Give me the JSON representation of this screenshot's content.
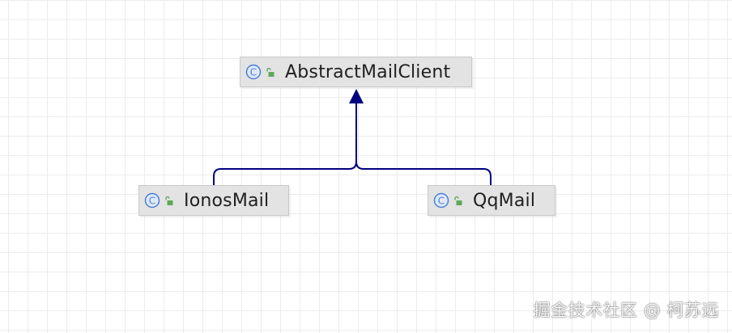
{
  "diagram": {
    "nodes": [
      {
        "id": "abstract",
        "name": "AbstractMailClient",
        "icon": "class-icon",
        "visibility": "public"
      },
      {
        "id": "ionos",
        "name": "IonosMail",
        "icon": "class-icon",
        "visibility": "public"
      },
      {
        "id": "qq",
        "name": "QqMail",
        "icon": "class-icon",
        "visibility": "public"
      }
    ],
    "edges": [
      {
        "from": "ionos",
        "to": "abstract",
        "type": "inheritance"
      },
      {
        "from": "qq",
        "to": "abstract",
        "type": "inheritance"
      }
    ],
    "colors": {
      "edge": "#000080",
      "node_fill": "#e3e3e3",
      "class_icon": "#4a7fd8",
      "access_icon": "#5fa85a"
    }
  },
  "watermark": "掘金技术社区 @ 柯苏远"
}
